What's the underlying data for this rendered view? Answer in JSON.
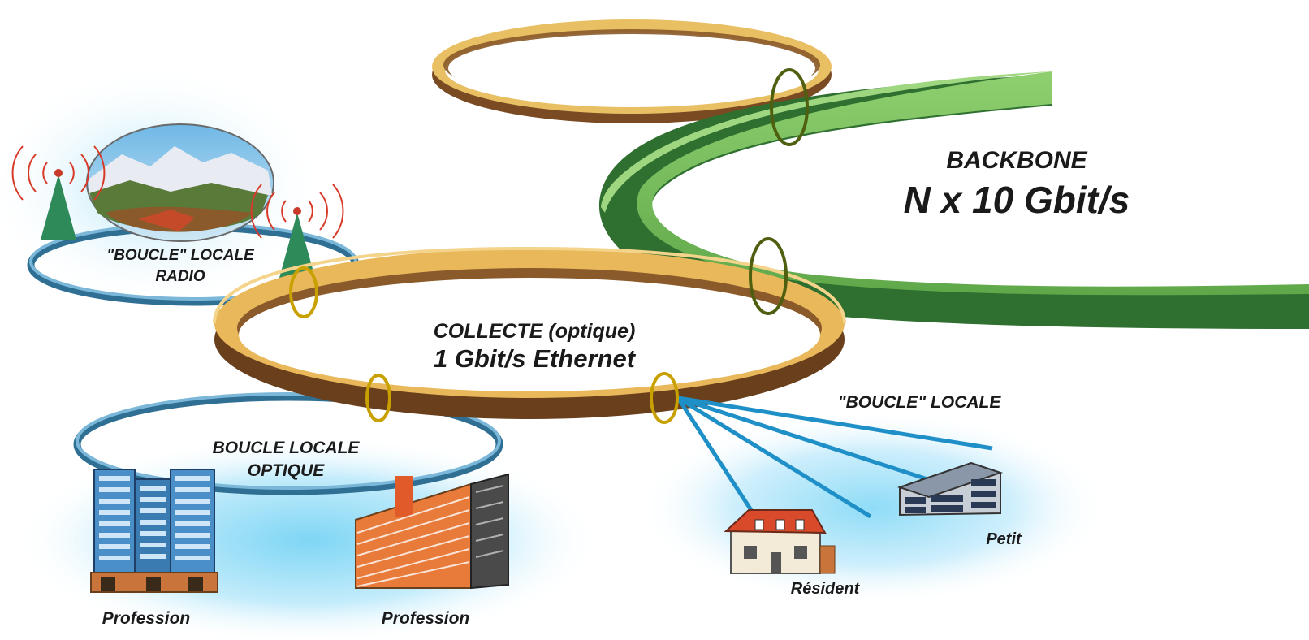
{
  "labels": {
    "backbone_title": "BACKBONE",
    "backbone_speed": "N x 10 Gbit/s",
    "collecte_title": "COLLECTE (optique)",
    "collecte_speed": "1 Gbit/s Ethernet",
    "radio_line1": "\"BOUCLE\" LOCALE",
    "radio_line2": "RADIO",
    "optique_line1": "BOUCLE LOCALE",
    "optique_line2": "OPTIQUE",
    "cuivre_label": "\"BOUCLE\" LOCALE",
    "resident": "Résident",
    "petit": "Petit",
    "profession_1": "Profession",
    "profession_2": "Profession"
  },
  "icons": [
    "radio-tower-icon",
    "landscape-icon",
    "office-tower-icon",
    "apartment-building-icon",
    "house-icon",
    "small-building-icon"
  ],
  "colors": {
    "backbone": "#3f8a3c",
    "collecte": "#e4b85a",
    "collecte_side": "#8a5a2a",
    "local_ring": "#3f7fa8",
    "access_line": "#1f8fc7",
    "coupler": "#c8a000",
    "coupler_backbone": "#4f5f10"
  }
}
